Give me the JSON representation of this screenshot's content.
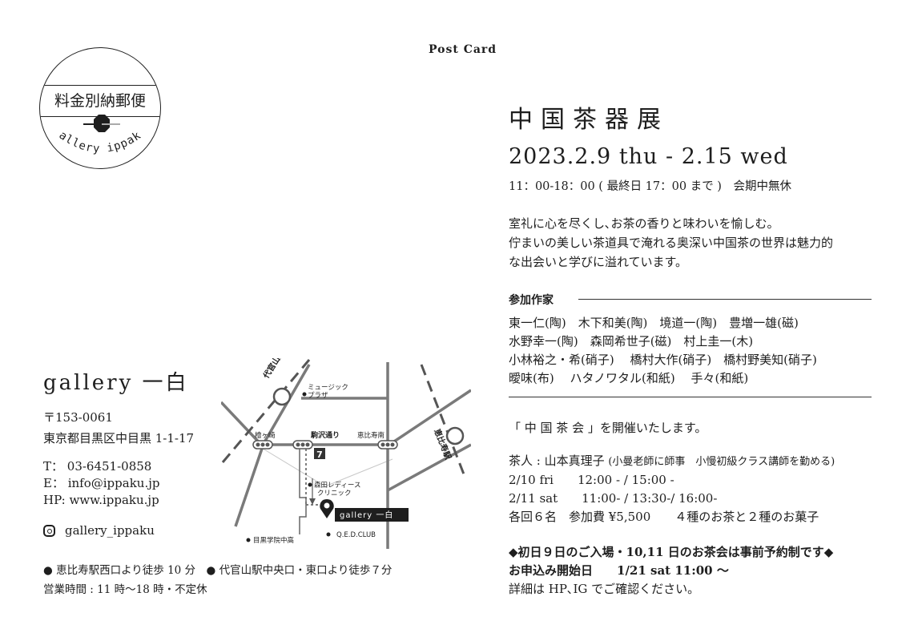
{
  "header": {
    "postcard": "Post Card"
  },
  "stamp": {
    "label": "料金別納郵便",
    "brand": "gallery ippaku"
  },
  "event": {
    "title": "中国茶器展",
    "dates": "2023.2.9 thu - 2.15 wed",
    "hours": "11：00-18：00 ( 最終日 17：00 まで )　会期中無休",
    "intro": [
      "室礼に心を尽くし､お茶の香りと味わいを愉しむ。",
      "佇まいの美しい茶道具で淹れる奥深い中国茶の世界は魅力的",
      "な出会いと学びに溢れています。"
    ]
  },
  "artists": {
    "heading": "参加作家",
    "lines": [
      "東一仁(陶)　木下和美(陶)　境道一(陶)　豊増一雄(磁)",
      "水野幸一(陶)　森岡希世子(磁)　村上圭一(木)",
      "小林裕之・希(硝子)　 橋村大作(硝子)　橋村野美知(硝子)",
      "曖味(布)　 ハタノワタル(和紙)　 手々(和紙)"
    ]
  },
  "tea": {
    "heading": "「 中 国 茶 会 」を開催いたします。",
    "host_name": "茶人 : 山本真理子 ",
    "host_note": "(小曼老師に師事　小慢初級クラス講師を勤める)",
    "line2": "2/10  fri　　12:00 - / 15:00 -",
    "line3": "2/11  sat　　11:00- / 13:30-/ 16:00-",
    "line4": "各回６名　参加費 ¥5,500　　４種のお茶と２種のお菓子"
  },
  "notice": {
    "line1": "◆初日９日のご入場・10,11 日のお茶会は事前予約制です◆",
    "line2": "お申込み開始日　　1/21 sat 11:00 〜",
    "line3": "詳細は HP､IG でご確認ください。"
  },
  "gallery": {
    "name": "gallery 一白",
    "postal": "〒153-0061",
    "address": "東京都目黒区中目黒 1-1-17",
    "tel": "T：  03-6451-0858",
    "email": "E：  info@ippaku.jp",
    "hp": "HP:  www.ippaku.jp",
    "instagram": "gallery_ippaku",
    "access1": "●  恵比寿駅西口より徒歩 10 分　●  代官山駅中央口・東口より徒歩７分",
    "access2": "営業時間 : 11 時〜18 時・不定休"
  },
  "map": {
    "daikanyama": "代官山駅",
    "ebisu": "恵比寿駅",
    "museum1": "ミュージック",
    "museum2": "プラザ",
    "hinokizaka": "檜ヶ崎",
    "komazawa": "駒沢通り",
    "ebisuminami": "恵比寿南",
    "clinic1": "森田レディース",
    "clinic2": "クリニック",
    "gallery_tag": "gallery 一白",
    "school": "目黒学院中高",
    "qed": "Q.E.D.CLUB",
    "seven": "7"
  }
}
